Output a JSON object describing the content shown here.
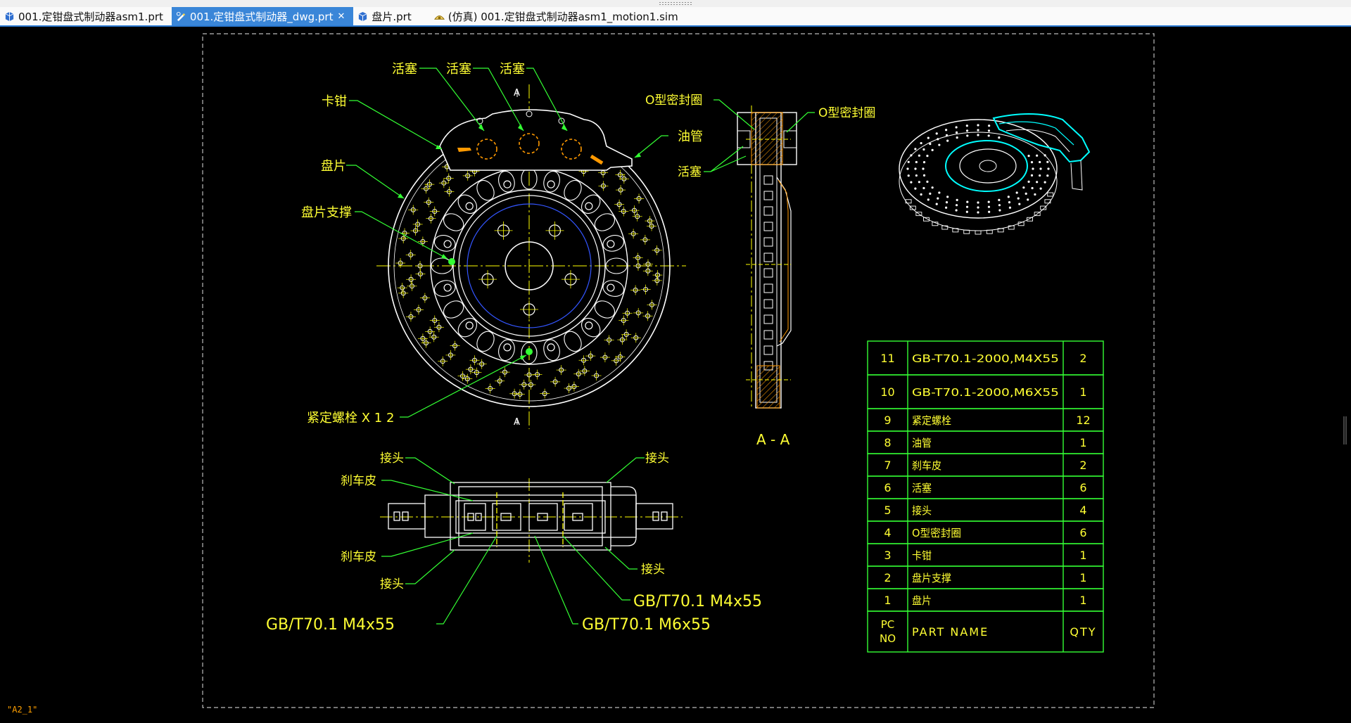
{
  "tabs": [
    {
      "label": "001.定钳盘式制动器asm1.prt",
      "icon": "assembly-part-icon",
      "active": false
    },
    {
      "label": "001.定钳盘式制动器_dwg.prt",
      "icon": "drawing-icon",
      "active": true
    },
    {
      "label": "盘片.prt",
      "icon": "part-icon",
      "active": false
    },
    {
      "label": "(仿真) 001.定钳盘式制动器asm1_motion1.sim",
      "icon": "motion-sim-icon",
      "active": false
    }
  ],
  "close_glyph": "✕",
  "sheet_name": "\"A2_1\"",
  "drawing": {
    "section_marker": "A",
    "section_title": "A - A",
    "front_callouts": {
      "piston": "活塞",
      "caliper": "卡钳",
      "disc": "盘片",
      "disc_support": "盘片支撑",
      "oil_pipe": "油管",
      "set_bolt": "紧定螺栓 X 1 2"
    },
    "section_callouts": {
      "o_ring_1": "O型密封圈",
      "o_ring_2": "O型密封圈",
      "piston": "活塞"
    },
    "top_callouts": {
      "joint": "接头",
      "pad": "刹车皮",
      "bolt_m4_right": "GB/T70.1  M4x55",
      "bolt_m4_left": "GB/T70.1  M4x55",
      "bolt_m6": "GB/T70.1  M6x55"
    }
  },
  "bom": {
    "headers": {
      "no": "PC NO",
      "name": "PART NAME",
      "qty": "QTY"
    },
    "rows": [
      {
        "no": "11",
        "name": "GB-T70.1-2000,M4X55",
        "qty": "2"
      },
      {
        "no": "10",
        "name": "GB-T70.1-2000,M6X55",
        "qty": "1"
      },
      {
        "no": "9",
        "name": "紧定螺栓",
        "qty": "12"
      },
      {
        "no": "8",
        "name": "油管",
        "qty": "1"
      },
      {
        "no": "7",
        "name": "刹车皮",
        "qty": "2"
      },
      {
        "no": "6",
        "name": "活塞",
        "qty": "6"
      },
      {
        "no": "5",
        "name": "接头",
        "qty": "4"
      },
      {
        "no": "4",
        "name": "O型密封圈",
        "qty": "6"
      },
      {
        "no": "3",
        "name": "卡钳",
        "qty": "1"
      },
      {
        "no": "2",
        "name": "盘片支撑",
        "qty": "1"
      },
      {
        "no": "1",
        "name": "盘片",
        "qty": "1"
      }
    ]
  },
  "colors": {
    "background": "#000000",
    "geometry": "#ffffff",
    "annotation": "#ffff33",
    "leader": "#33ff33",
    "centerline": "#ffff00",
    "hidden": "#ff9900",
    "isometric": "#00ffff",
    "tab_active": "#3a86d8",
    "sheet_label": "#ffa000"
  }
}
